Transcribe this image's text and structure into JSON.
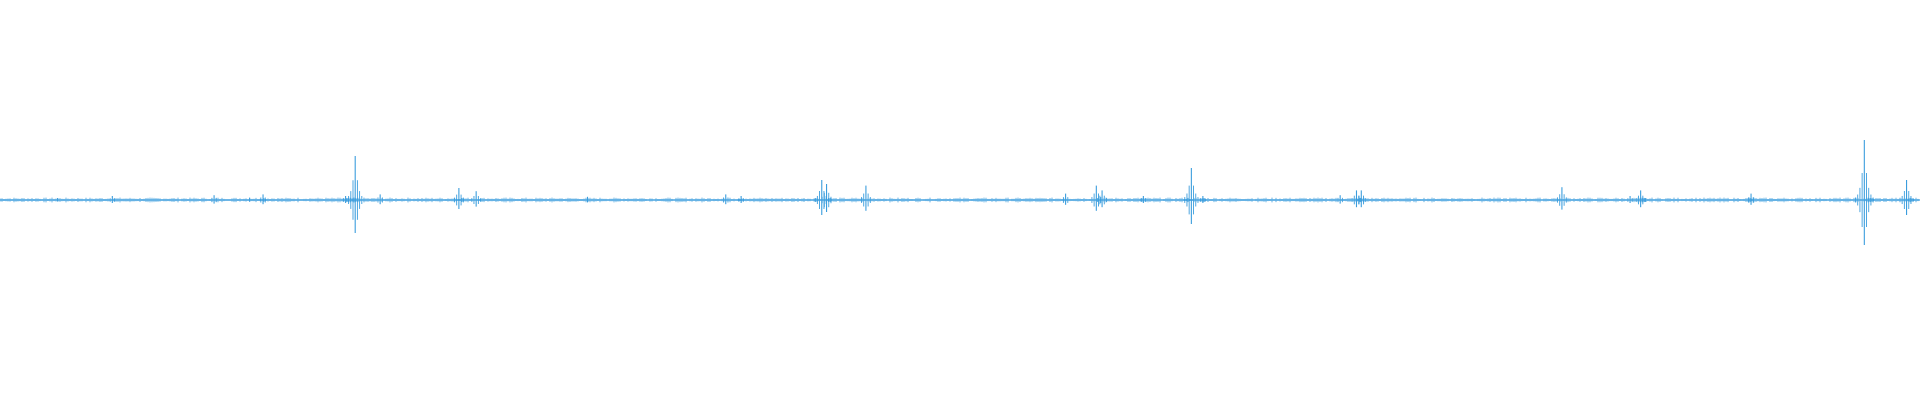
{
  "waveform": {
    "color": "#3b9ddd",
    "background": "#ffffff",
    "baseline_relative": 0.5,
    "peaks": [
      {
        "t": 0.03,
        "amp": 0.005
      },
      {
        "t": 0.0585,
        "amp": 0.01
      },
      {
        "t": 0.1115,
        "amp": 0.012
      },
      {
        "t": 0.13,
        "amp": 0.006
      },
      {
        "t": 0.137,
        "amp": 0.014
      },
      {
        "t": 0.18,
        "amp": 0.01
      },
      {
        "t": 0.185,
        "amp": 0.11
      },
      {
        "t": 0.198,
        "amp": 0.014
      },
      {
        "t": 0.239,
        "amp": 0.03
      },
      {
        "t": 0.248,
        "amp": 0.022
      },
      {
        "t": 0.306,
        "amp": 0.008
      },
      {
        "t": 0.378,
        "amp": 0.014
      },
      {
        "t": 0.386,
        "amp": 0.01
      },
      {
        "t": 0.428,
        "amp": 0.05
      },
      {
        "t": 0.4305,
        "amp": 0.04
      },
      {
        "t": 0.451,
        "amp": 0.036
      },
      {
        "t": 0.555,
        "amp": 0.016
      },
      {
        "t": 0.571,
        "amp": 0.036
      },
      {
        "t": 0.574,
        "amp": 0.024
      },
      {
        "t": 0.5955,
        "amp": 0.01
      },
      {
        "t": 0.6205,
        "amp": 0.08
      },
      {
        "t": 0.6265,
        "amp": 0.01
      },
      {
        "t": 0.698,
        "amp": 0.012
      },
      {
        "t": 0.7065,
        "amp": 0.024
      },
      {
        "t": 0.709,
        "amp": 0.024
      },
      {
        "t": 0.8135,
        "amp": 0.032
      },
      {
        "t": 0.849,
        "amp": 0.01
      },
      {
        "t": 0.8545,
        "amp": 0.024
      },
      {
        "t": 0.912,
        "amp": 0.016
      },
      {
        "t": 0.971,
        "amp": 0.15
      },
      {
        "t": 0.993,
        "amp": 0.05
      }
    ]
  }
}
